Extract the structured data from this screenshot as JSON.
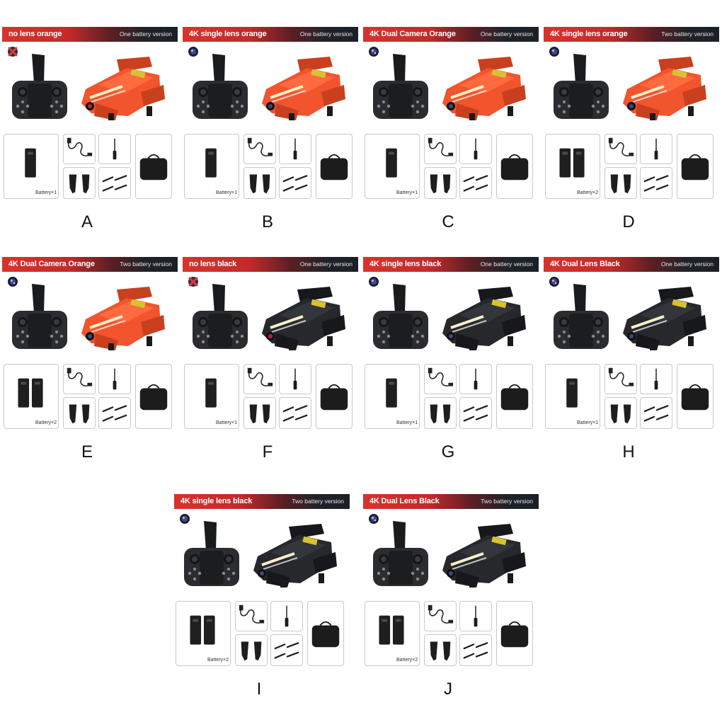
{
  "variants": [
    {
      "letter": "A",
      "title": "no lens orange",
      "version": "One battery version",
      "battery_label": "Battery×1",
      "battery_count": 1,
      "drone_color": "orange",
      "lens": "none"
    },
    {
      "letter": "B",
      "title": "4K single lens orange",
      "version": "One battery version",
      "battery_label": "Battery×1",
      "battery_count": 1,
      "drone_color": "orange",
      "lens": "single"
    },
    {
      "letter": "C",
      "title": "4K Dual Camera Orange",
      "version": "One battery version",
      "battery_label": "Battery×1",
      "battery_count": 1,
      "drone_color": "orange",
      "lens": "dual"
    },
    {
      "letter": "D",
      "title": "4K single lens orange",
      "version": "Two battery version",
      "battery_label": "Battery×2",
      "battery_count": 2,
      "drone_color": "orange",
      "lens": "single"
    },
    {
      "letter": "E",
      "title": "4K Dual Camera Orange",
      "version": "Two battery version",
      "battery_label": "Battery×2",
      "battery_count": 2,
      "drone_color": "orange",
      "lens": "dual"
    },
    {
      "letter": "F",
      "title": "no lens black",
      "version": "One battery version",
      "battery_label": "Battery×1",
      "battery_count": 1,
      "drone_color": "black",
      "lens": "none"
    },
    {
      "letter": "G",
      "title": "4K single lens black",
      "version": "One battery version",
      "battery_label": "Battery×1",
      "battery_count": 1,
      "drone_color": "black",
      "lens": "single"
    },
    {
      "letter": "H",
      "title": "4K Dual Lens Black",
      "version": "One battery version",
      "battery_label": "Battery×1",
      "battery_count": 1,
      "drone_color": "black",
      "lens": "dual"
    },
    {
      "letter": "I",
      "title": "4K single lens black",
      "version": "Two battery version",
      "battery_label": "Battery×2",
      "battery_count": 2,
      "drone_color": "black",
      "lens": "single"
    },
    {
      "letter": "J",
      "title": "4K Dual Lens Black",
      "version": "Two battery version",
      "battery_label": "Battery×2",
      "battery_count": 2,
      "drone_color": "black",
      "lens": "dual"
    }
  ],
  "colors": {
    "banner_red": "#d8332d",
    "banner_dark": "#1b2026",
    "drone_orange": "#f2542d",
    "drone_black": "#26282c",
    "accessory_black": "#222222"
  },
  "icons": {
    "lens": "camera-lens-icon",
    "no_lens": "no-lens-x-icon",
    "controller": "remote-controller-icon",
    "drone": "folded-drone-icon",
    "battery": "battery-icon",
    "cable": "usb-cable-icon",
    "screwdriver": "screwdriver-icon",
    "propellers": "propeller-icon",
    "blades": "spare-blades-icon",
    "bag": "storage-bag-icon"
  }
}
